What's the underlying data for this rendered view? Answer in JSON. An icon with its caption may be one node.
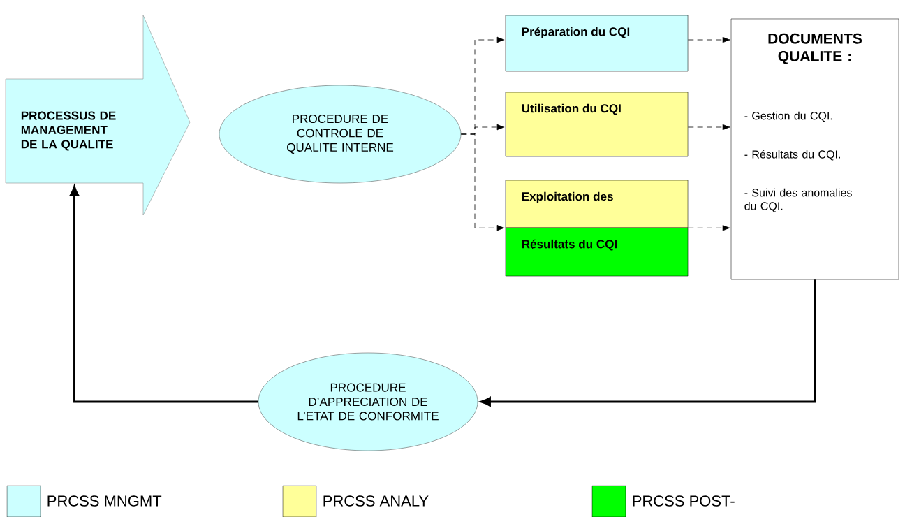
{
  "diagram": {
    "nodes": [
      {
        "text": [
          "PROCESSUS DE MANAGEMENT DE LA QUALITE"
        ]
      },
      {
        "text": [
          "PROCEDURE DE CONTROLE DE QUALITE INTERNE"
        ]
      },
      {
        "text": [
          "Préparation du CQI"
        ]
      },
      {
        "text": [
          "Utilisation  du CQI"
        ]
      },
      {
        "text": [
          "Exploitation des"
        ]
      },
      {
        "text": [
          "Résultats du CQI"
        ]
      },
      {
        "text": [
          "DOCUMENTS QUALITE :",
          "- Gestion du CQI.",
          "- Résultats du CQI.",
          "- Suivi des anomalies du CQI."
        ]
      },
      {
        "text": [
          "PROCEDURE D’APPRECIATION DE L’ETAT DE CONFORMITE"
        ]
      }
    ],
    "edges": [
      {
        "from": 1,
        "to": 2,
        "arrow": "to",
        "style": "dashed"
      },
      {
        "from": 1,
        "to": 3,
        "arrow": "to",
        "style": "dashed"
      },
      {
        "from": 1,
        "to": 4,
        "arrow": "to",
        "style": "dashed"
      },
      {
        "from": 2,
        "to": 6,
        "arrow": "to",
        "style": "dashed"
      },
      {
        "from": 3,
        "to": 6,
        "arrow": "to",
        "style": "dashed"
      },
      {
        "from": 4,
        "to": 6,
        "arrow": "to",
        "style": "dashed"
      },
      {
        "from": 6,
        "to": 7,
        "arrow": "to",
        "style": "thick"
      },
      {
        "from": 7,
        "to": 0,
        "arrow": "to",
        "style": "thick"
      }
    ],
    "legend": [
      {
        "text": "PRCSS MNGMT",
        "color": "#ccffff"
      },
      {
        "text": "PRCSS ANALY",
        "color": "#ffff99"
      },
      {
        "text": "PRCSS POST-",
        "color": "#00ff00"
      }
    ]
  }
}
